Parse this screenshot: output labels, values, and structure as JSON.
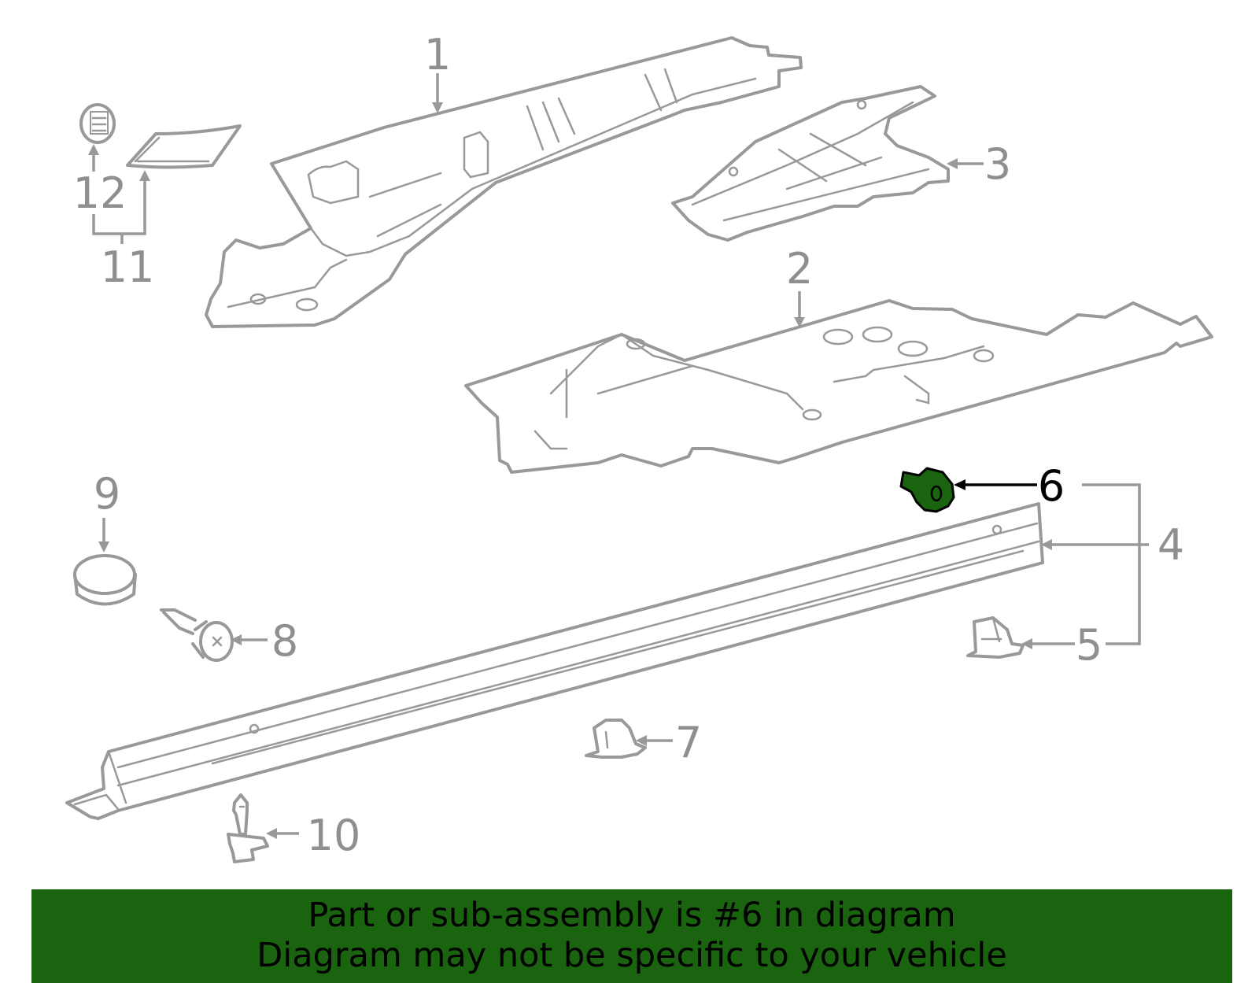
{
  "diagram": {
    "callouts": [
      "1",
      "2",
      "3",
      "4",
      "5",
      "6",
      "7",
      "8",
      "9",
      "10",
      "11",
      "12"
    ],
    "highlighted_part": "6",
    "highlight_color": "#1a6410",
    "line_color": "#999999"
  },
  "banner": {
    "line1": "Part or sub-assembly is #6 in diagram",
    "line2": "Diagram may not be specific to your vehicle",
    "color": "#1a6410"
  }
}
